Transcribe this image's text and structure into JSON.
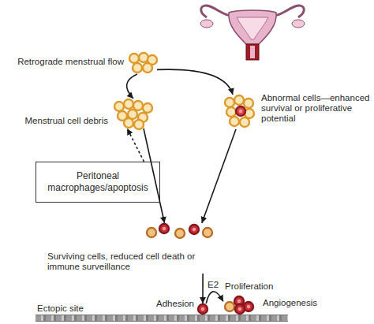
{
  "diagram": {
    "nodes": [
      {
        "text": [
          "Retrograde menstrual flow"
        ]
      },
      {
        "text": [
          "Menstrual cell debris"
        ]
      },
      {
        "text": [
          "Abnormal cells—enhanced survival or proliferative potential"
        ]
      },
      {
        "text": [
          "Peritoneal macrophages/apoptosis"
        ]
      },
      {
        "text": [
          "Surviving cells, reduced cell death or immune surveillance"
        ]
      },
      {
        "text": [
          "Adhesion"
        ]
      },
      {
        "text": [
          "Proliferation",
          "Angiogenesis"
        ]
      },
      {
        "text": [
          "Ectopic site"
        ]
      }
    ],
    "edges": [
      {
        "from": 0,
        "to": 1,
        "arrow": "to"
      },
      {
        "from": 0,
        "to": 2,
        "arrow": "to"
      },
      {
        "from": 3,
        "to": 1,
        "arrow": "to"
      },
      {
        "from": 1,
        "to": 4,
        "arrow": "to"
      },
      {
        "from": 2,
        "to": 4,
        "arrow": "to"
      },
      {
        "from": 4,
        "to": 5,
        "arrow": "to"
      },
      {
        "from": 5,
        "to": 6,
        "label": "E2",
        "arrow": "to"
      }
    ]
  }
}
